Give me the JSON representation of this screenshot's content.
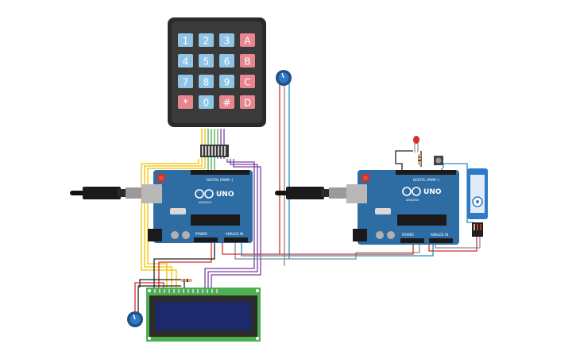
{
  "keypad": {
    "rows": [
      [
        "1",
        "2",
        "3",
        "A"
      ],
      [
        "4",
        "5",
        "6",
        "B"
      ],
      [
        "7",
        "8",
        "9",
        "C"
      ],
      [
        "*",
        "0",
        "#",
        "D"
      ]
    ],
    "digit_key_color": "#8ec5e6",
    "letter_key_color": "#e8868f",
    "body_color": "#2a2a2a"
  },
  "arduino_left": {
    "model_label": "UNO",
    "brand_label": "ARDUINO",
    "digital_label": "DIGITAL (PWM~)",
    "analog_label": "ANALOG IN",
    "power_label": "POWER",
    "board_color": "#2e6da4"
  },
  "arduino_right": {
    "model_label": "UNO",
    "brand_label": "ARDUINO",
    "digital_label": "DIGITAL (PWM~)",
    "analog_label": "ANALOG IN",
    "power_label": "POWER",
    "board_color": "#2e6da4"
  },
  "lcd": {
    "screen_color": "#1c2a6b",
    "pcb_color": "#4caf50"
  },
  "wire_colors": {
    "yellow": "#f2c200",
    "purple": "#7b3fa0",
    "red": "#d62c2c",
    "black": "#222222",
    "green": "#4caf50",
    "gray": "#8a8a8a",
    "teal": "#2a8fb8"
  }
}
